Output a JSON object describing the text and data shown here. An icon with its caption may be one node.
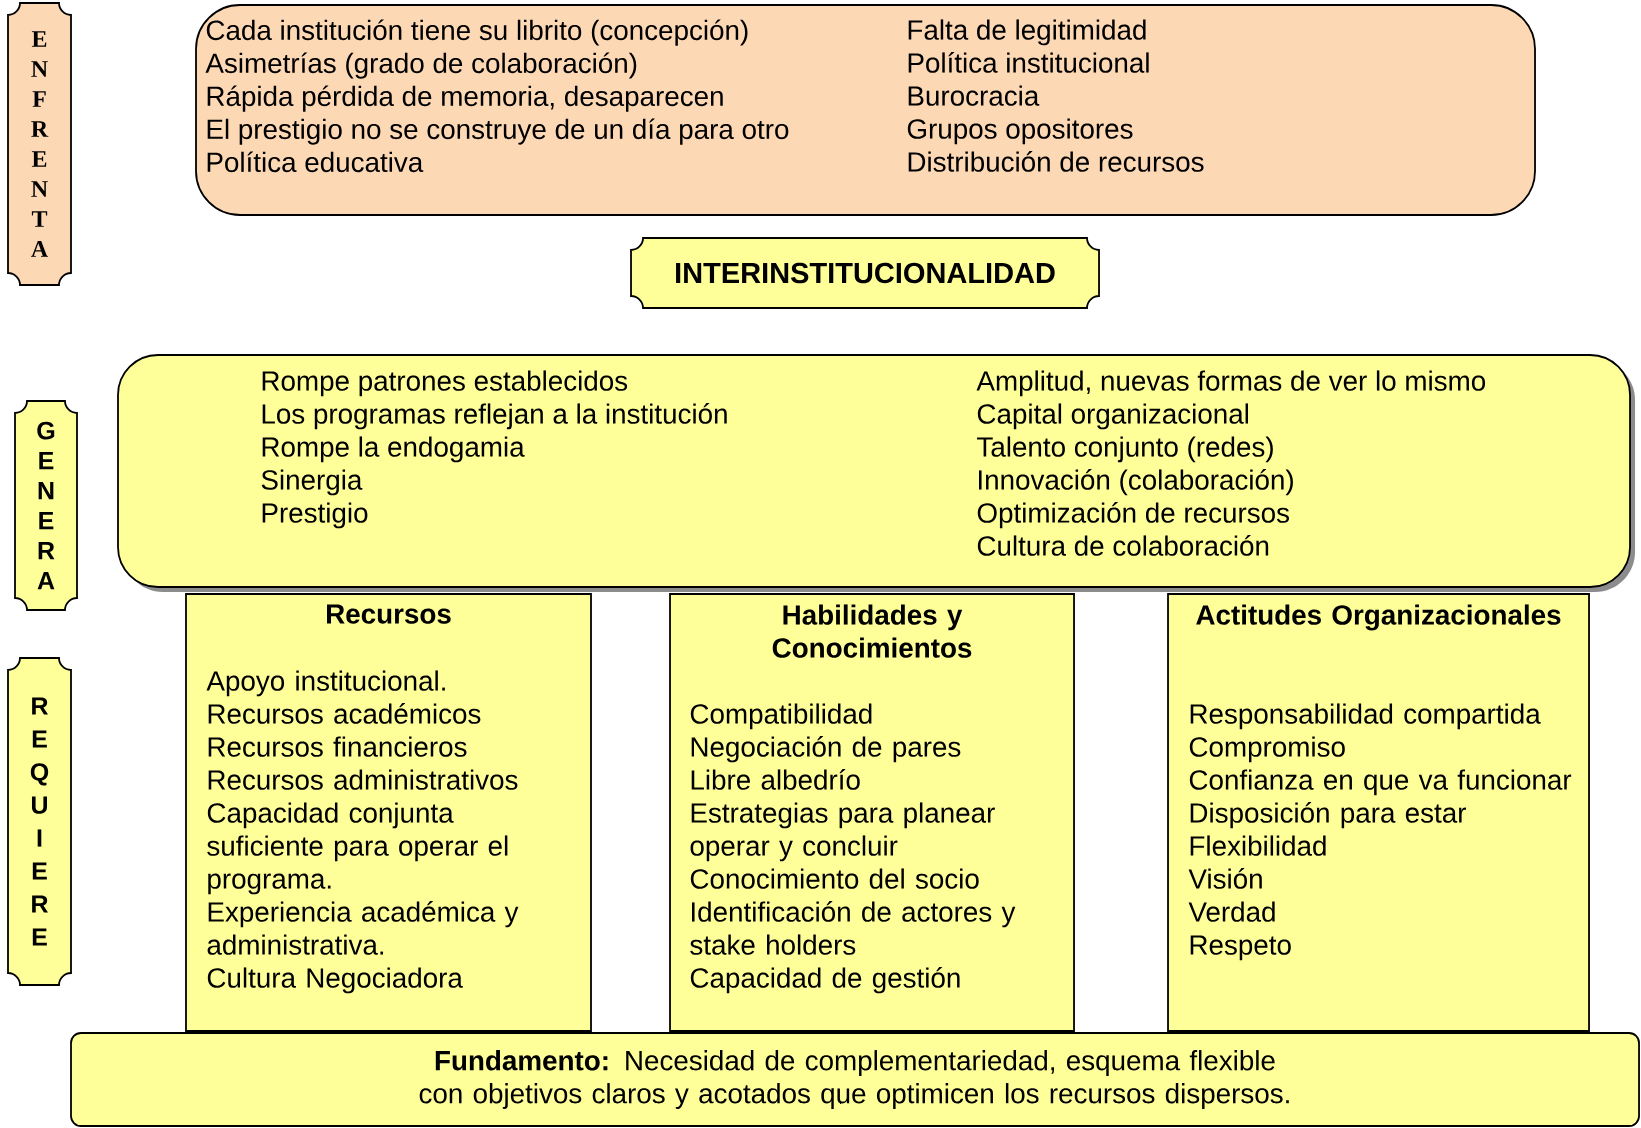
{
  "diagram": {
    "nodes": [
      {
        "text": [
          "E",
          "N",
          "F",
          "R",
          "E",
          "N",
          "T",
          "A"
        ]
      },
      {
        "text": [
          "Cada institución tiene su librito (concepción)",
          "Asimetrías  (grado de colaboración)",
          "Rápida pérdida de memoria,  desaparecen",
          "El prestigio no se construye de un día para otro",
          "Política educativa",
          "Falta de legitimidad",
          "Política institucional",
          "Burocracia",
          "Grupos opositores",
          "Distribución de recursos"
        ]
      },
      {
        "text": [
          "INTERINSTITUCIONALIDAD"
        ]
      },
      {
        "text": [
          "G",
          "E",
          "N",
          "E",
          "R",
          "A"
        ]
      },
      {
        "text": [
          "Rompe patrones establecidos",
          "Los programas reflejan a la institución",
          "Rompe la endogamia",
          "Sinergia",
          "Prestigio",
          "Amplitud, nuevas formas de ver lo mismo",
          "Capital organizacional",
          "Talento conjunto (redes)",
          "Innovación (colaboración)",
          "Optimización de recursos",
          "Cultura de colaboración"
        ]
      },
      {
        "text": [
          "R",
          "E",
          "Q",
          "U",
          "I",
          "E",
          "R",
          "E"
        ]
      },
      {
        "text": [
          "Recursos",
          "Apoyo institucional.",
          "Recursos académicos",
          "Recursos financieros",
          "Recursos administrativos",
          "Capacidad conjunta suficiente para operar el programa.",
          "Experiencia académica y administrativa.",
          "Cultura Negociadora"
        ]
      },
      {
        "text": [
          "Habilidades  y Conocimientos",
          "Compatibilidad",
          "Negociación de pares",
          "Libre albedrío",
          "Estrategias para planear operar y concluir",
          "Conocimiento del socio",
          "Identificación de actores y stake holders",
          "Capacidad de gestión"
        ]
      },
      {
        "text": [
          "Actitudes Organizacionales",
          "Responsabilidad compartida",
          "Compromiso",
          "Confianza en que va funcionar",
          "Disposición para estar",
          "Flexibilidad",
          "Visión",
          "Verdad",
          "Respeto"
        ]
      },
      {
        "text": [
          "**Fundamento:**  Necesidad de complementariedad,   esquema flexible con objetivos claros y acotados que optimicen  los recursos dispersos."
        ]
      }
    ]
  }
}
